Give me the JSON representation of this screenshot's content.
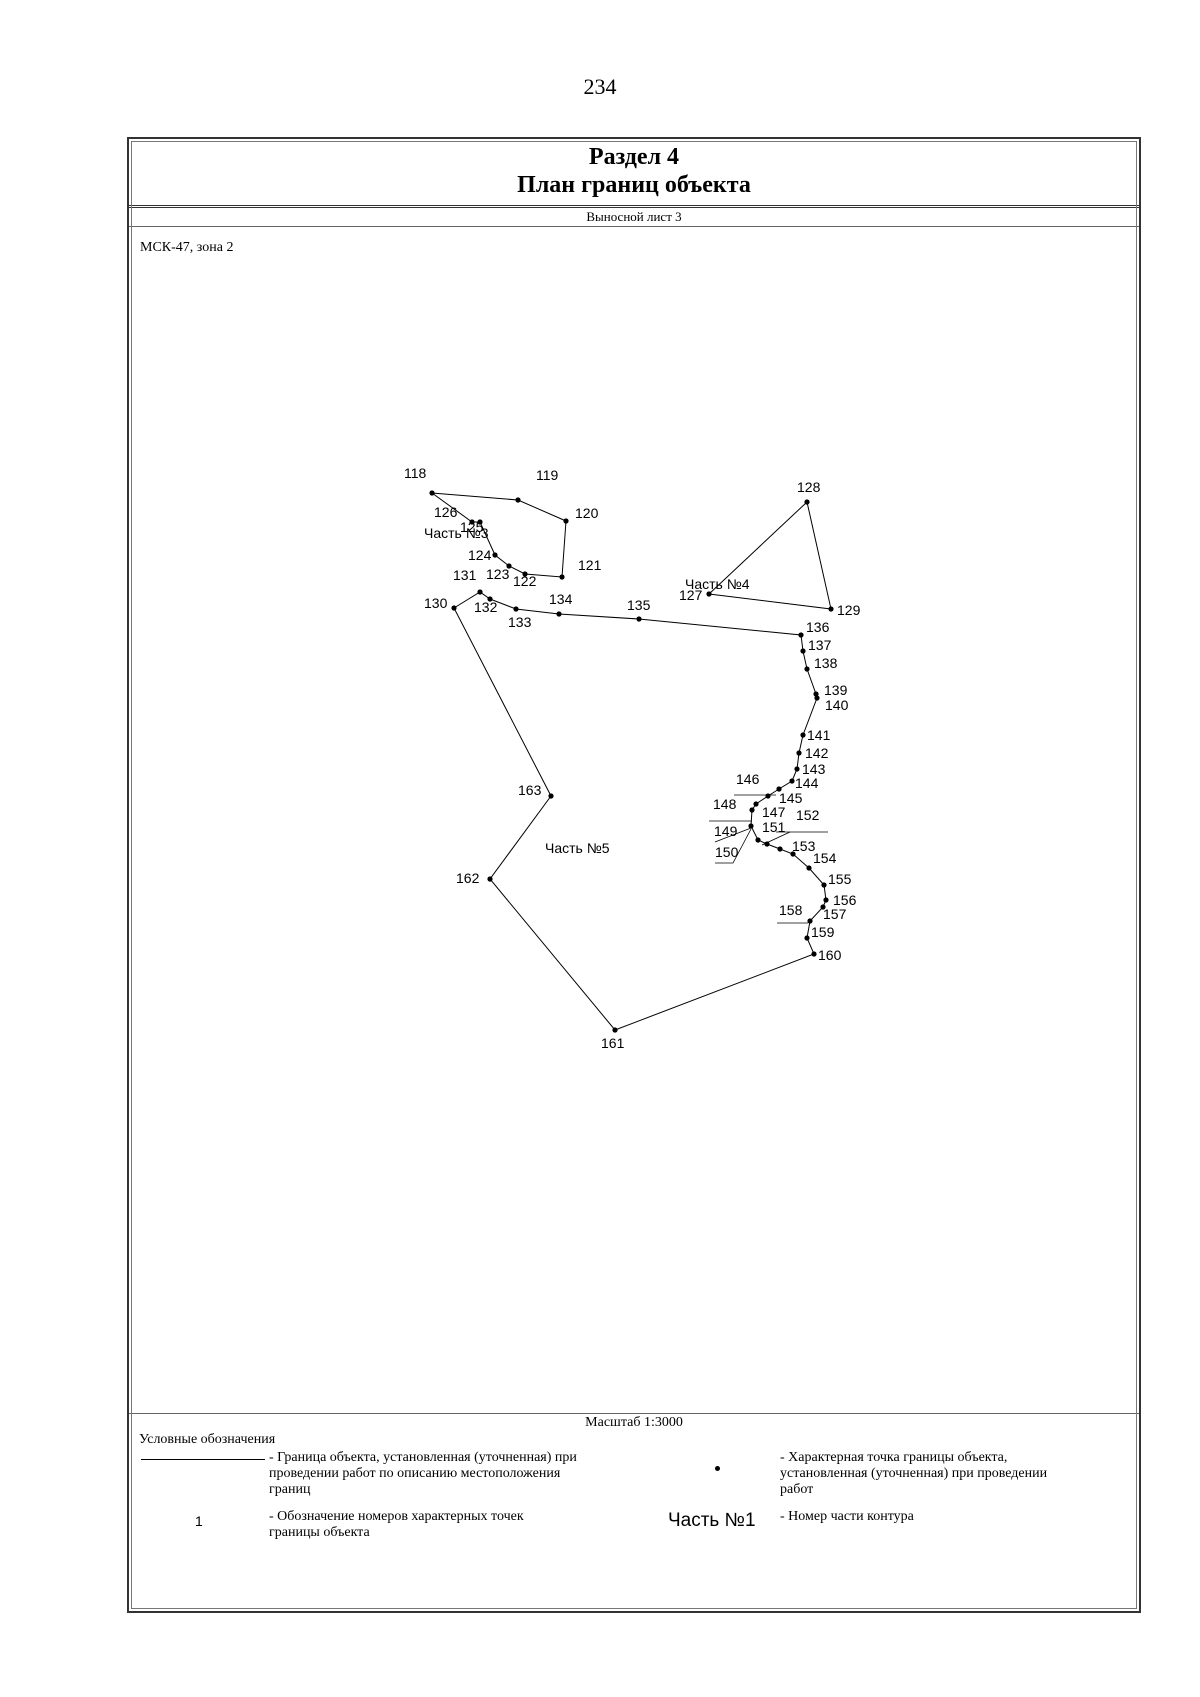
{
  "page_number": "234",
  "header": {
    "section": "Раздел 4",
    "title": "План границ объекта"
  },
  "subheader": "Выносной лист 3",
  "crs": "МСК-47, зона 2",
  "scale": "Масштаб 1:3000",
  "parts": [
    {
      "label": "Часть №3"
    },
    {
      "label": "Часть №4"
    },
    {
      "label": "Часть №5"
    }
  ],
  "points": [
    {
      "label": "118"
    },
    {
      "label": "119"
    },
    {
      "label": "120"
    },
    {
      "label": "121"
    },
    {
      "label": "122"
    },
    {
      "label": "123"
    },
    {
      "label": "124"
    },
    {
      "label": "125"
    },
    {
      "label": "126"
    },
    {
      "label": "127"
    },
    {
      "label": "128"
    },
    {
      "label": "129"
    },
    {
      "label": "130"
    },
    {
      "label": "131"
    },
    {
      "label": "132"
    },
    {
      "label": "133"
    },
    {
      "label": "134"
    },
    {
      "label": "135"
    },
    {
      "label": "136"
    },
    {
      "label": "137"
    },
    {
      "label": "138"
    },
    {
      "label": "139"
    },
    {
      "label": "140"
    },
    {
      "label": "141"
    },
    {
      "label": "142"
    },
    {
      "label": "143"
    },
    {
      "label": "144"
    },
    {
      "label": "145"
    },
    {
      "label": "146"
    },
    {
      "label": "147"
    },
    {
      "label": "148"
    },
    {
      "label": "149"
    },
    {
      "label": "150"
    },
    {
      "label": "151"
    },
    {
      "label": "152"
    },
    {
      "label": "153"
    },
    {
      "label": "154"
    },
    {
      "label": "155"
    },
    {
      "label": "156"
    },
    {
      "label": "157"
    },
    {
      "label": "158"
    },
    {
      "label": "159"
    },
    {
      "label": "160"
    },
    {
      "label": "161"
    },
    {
      "label": "162"
    },
    {
      "label": "163"
    }
  ],
  "legend": {
    "title": "Условные обозначения",
    "boundary_desc": "- Граница  объекта, установленная (уточненная) при проведении работ по описанию местоположения границ",
    "point_desc": "- Характерная точка границы объекта, установленная (уточненная) при проведении работ",
    "number_sample": "1",
    "number_desc": "- Обозначение номеров характерных точек границы объекта",
    "part_sample": "Часть №1",
    "part_desc": "- Номер части контура"
  }
}
